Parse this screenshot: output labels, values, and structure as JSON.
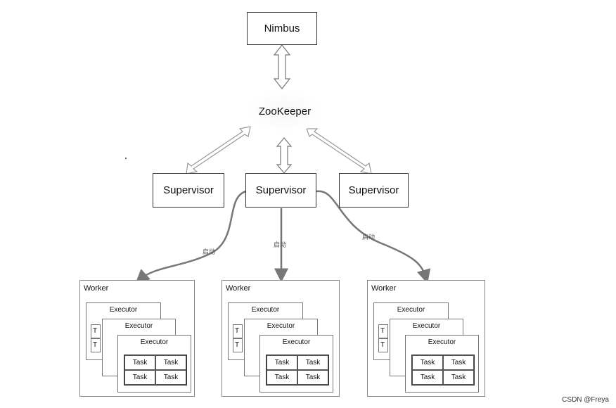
{
  "nodes": {
    "nimbus": "Nimbus",
    "zookeeper": "ZooKeeper",
    "supervisor_left": "Supervisor",
    "supervisor_center": "Supervisor",
    "supervisor_right": "Supervisor"
  },
  "edge_labels": [
    "启动",
    "启动",
    "启动"
  ],
  "workers": [
    {
      "label": "Worker",
      "executors": [
        "Executor",
        "Executor",
        "Executor"
      ],
      "partial_tasks": [
        "T",
        "T"
      ],
      "tasks": [
        "Task",
        "Task",
        "Task",
        "Task"
      ]
    },
    {
      "label": "Worker",
      "executors": [
        "Executor",
        "Executor",
        "Executor"
      ],
      "partial_tasks": [
        "T",
        "T"
      ],
      "tasks": [
        "Task",
        "Task",
        "Task",
        "Task"
      ]
    },
    {
      "label": "Worker",
      "executors": [
        "Executor",
        "Executor",
        "Executor"
      ],
      "partial_tasks": [
        "T",
        "T"
      ],
      "tasks": [
        "Task",
        "Task",
        "Task",
        "Task"
      ]
    }
  ],
  "watermark": "CSDN @Freya"
}
